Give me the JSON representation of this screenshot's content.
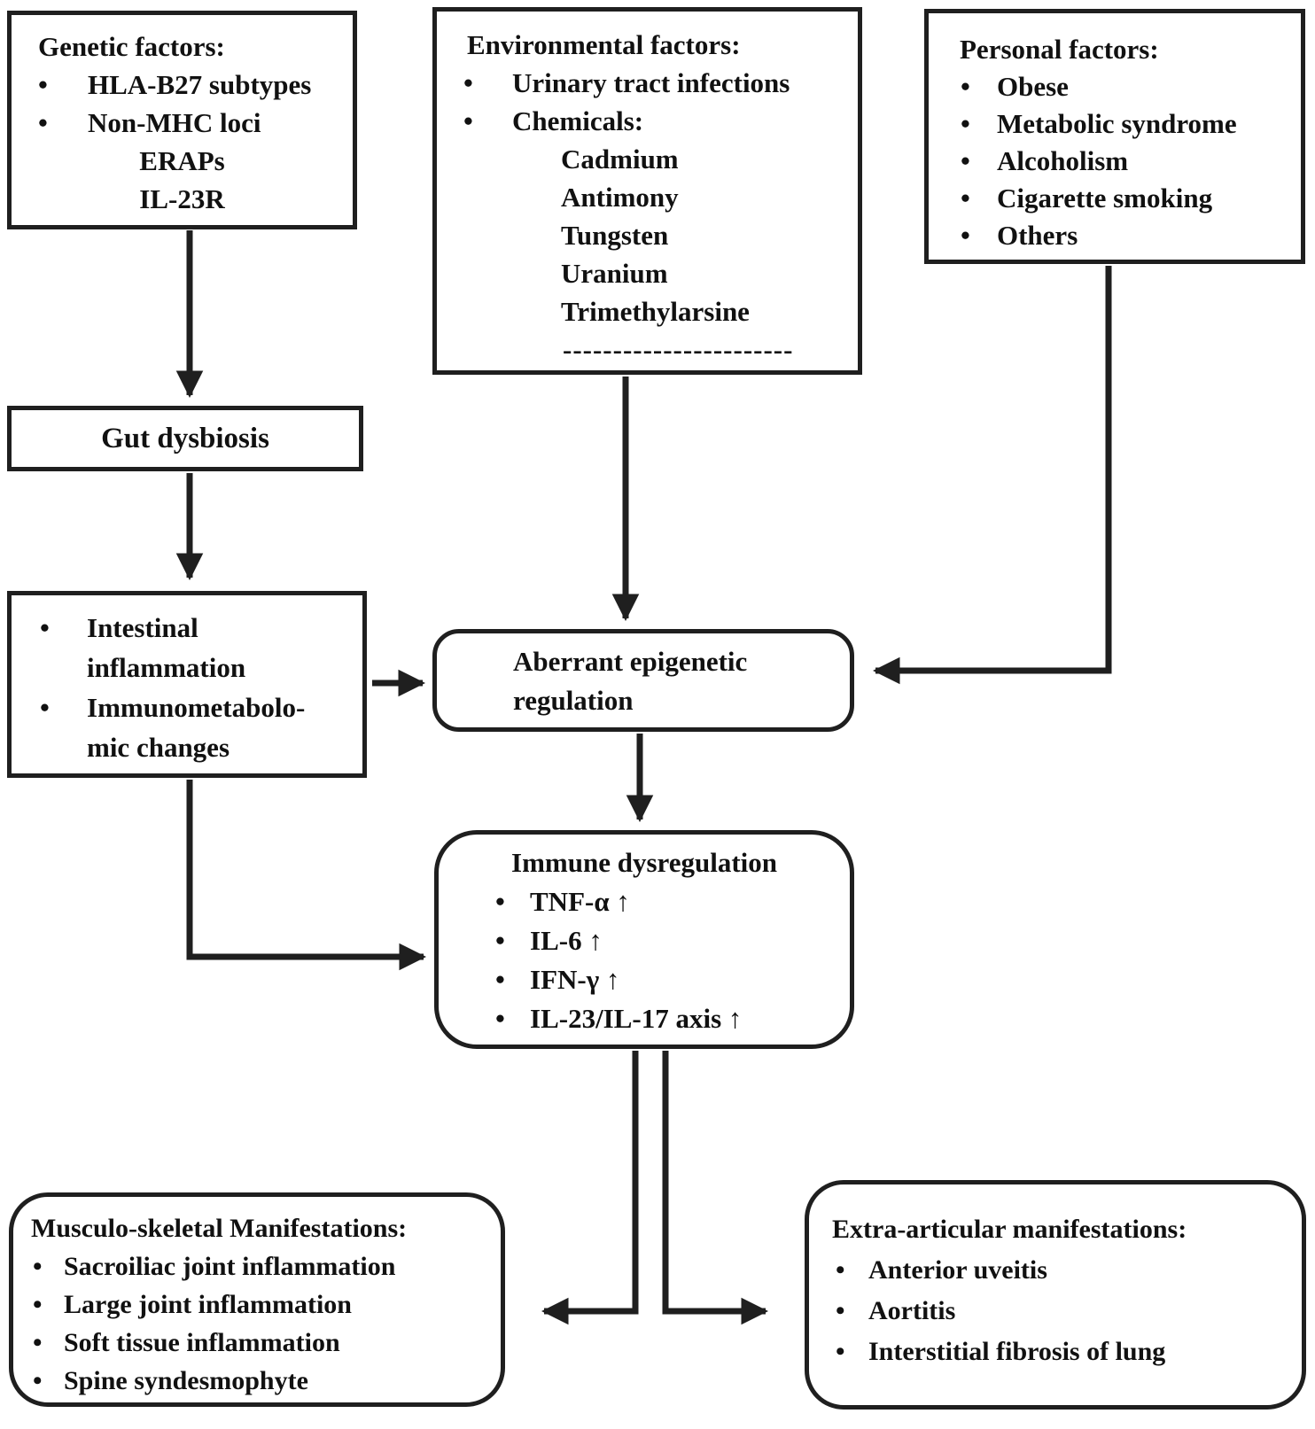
{
  "boxes": {
    "genetic": {
      "title": "Genetic factors:",
      "bullets": [
        "HLA-B27 subtypes",
        "Non-MHC loci"
      ],
      "centered": [
        "ERAPs",
        "IL-23R"
      ]
    },
    "environmental": {
      "title": "Environmental factors:",
      "bullets": [
        "Urinary tract infections",
        "Chemicals:"
      ],
      "chemicals": [
        "Cadmium",
        "Antimony",
        "Tungsten",
        "Uranium",
        "Trimethylarsine"
      ],
      "divider": "-----------------------"
    },
    "personal": {
      "title": "Personal factors:",
      "bullets": [
        "Obese",
        "Metabolic syndrome",
        "Alcoholism",
        "Cigarette smoking",
        "Others"
      ]
    },
    "gut": {
      "label": "Gut dysbiosis"
    },
    "intestinal": {
      "bullets": [
        "Intestinal inflammation",
        "Immunometabolo-mic changes"
      ]
    },
    "aberrant": {
      "line1": "Aberrant epigenetic",
      "line2": "regulation"
    },
    "immune": {
      "title": "Immune dysregulation",
      "bullets": [
        "TNF-α ↑",
        "IL-6 ↑",
        "IFN-γ ↑",
        "IL-23/IL-17 axis ↑"
      ]
    },
    "musculoskeletal": {
      "title": "Musculo-skeletal Manifestations:",
      "bullets": [
        "Sacroiliac joint inflammation",
        "Large joint inflammation",
        "Soft tissue inflammation",
        "Spine syndesmophyte"
      ]
    },
    "extra_articular": {
      "title": "Extra-articular manifestations:",
      "bullets": [
        "Anterior uveitis",
        "Aortitis",
        "Interstitial fibrosis of lung"
      ]
    }
  },
  "colors": {
    "ink": "#1f1f1f",
    "background": "#ffffff"
  }
}
